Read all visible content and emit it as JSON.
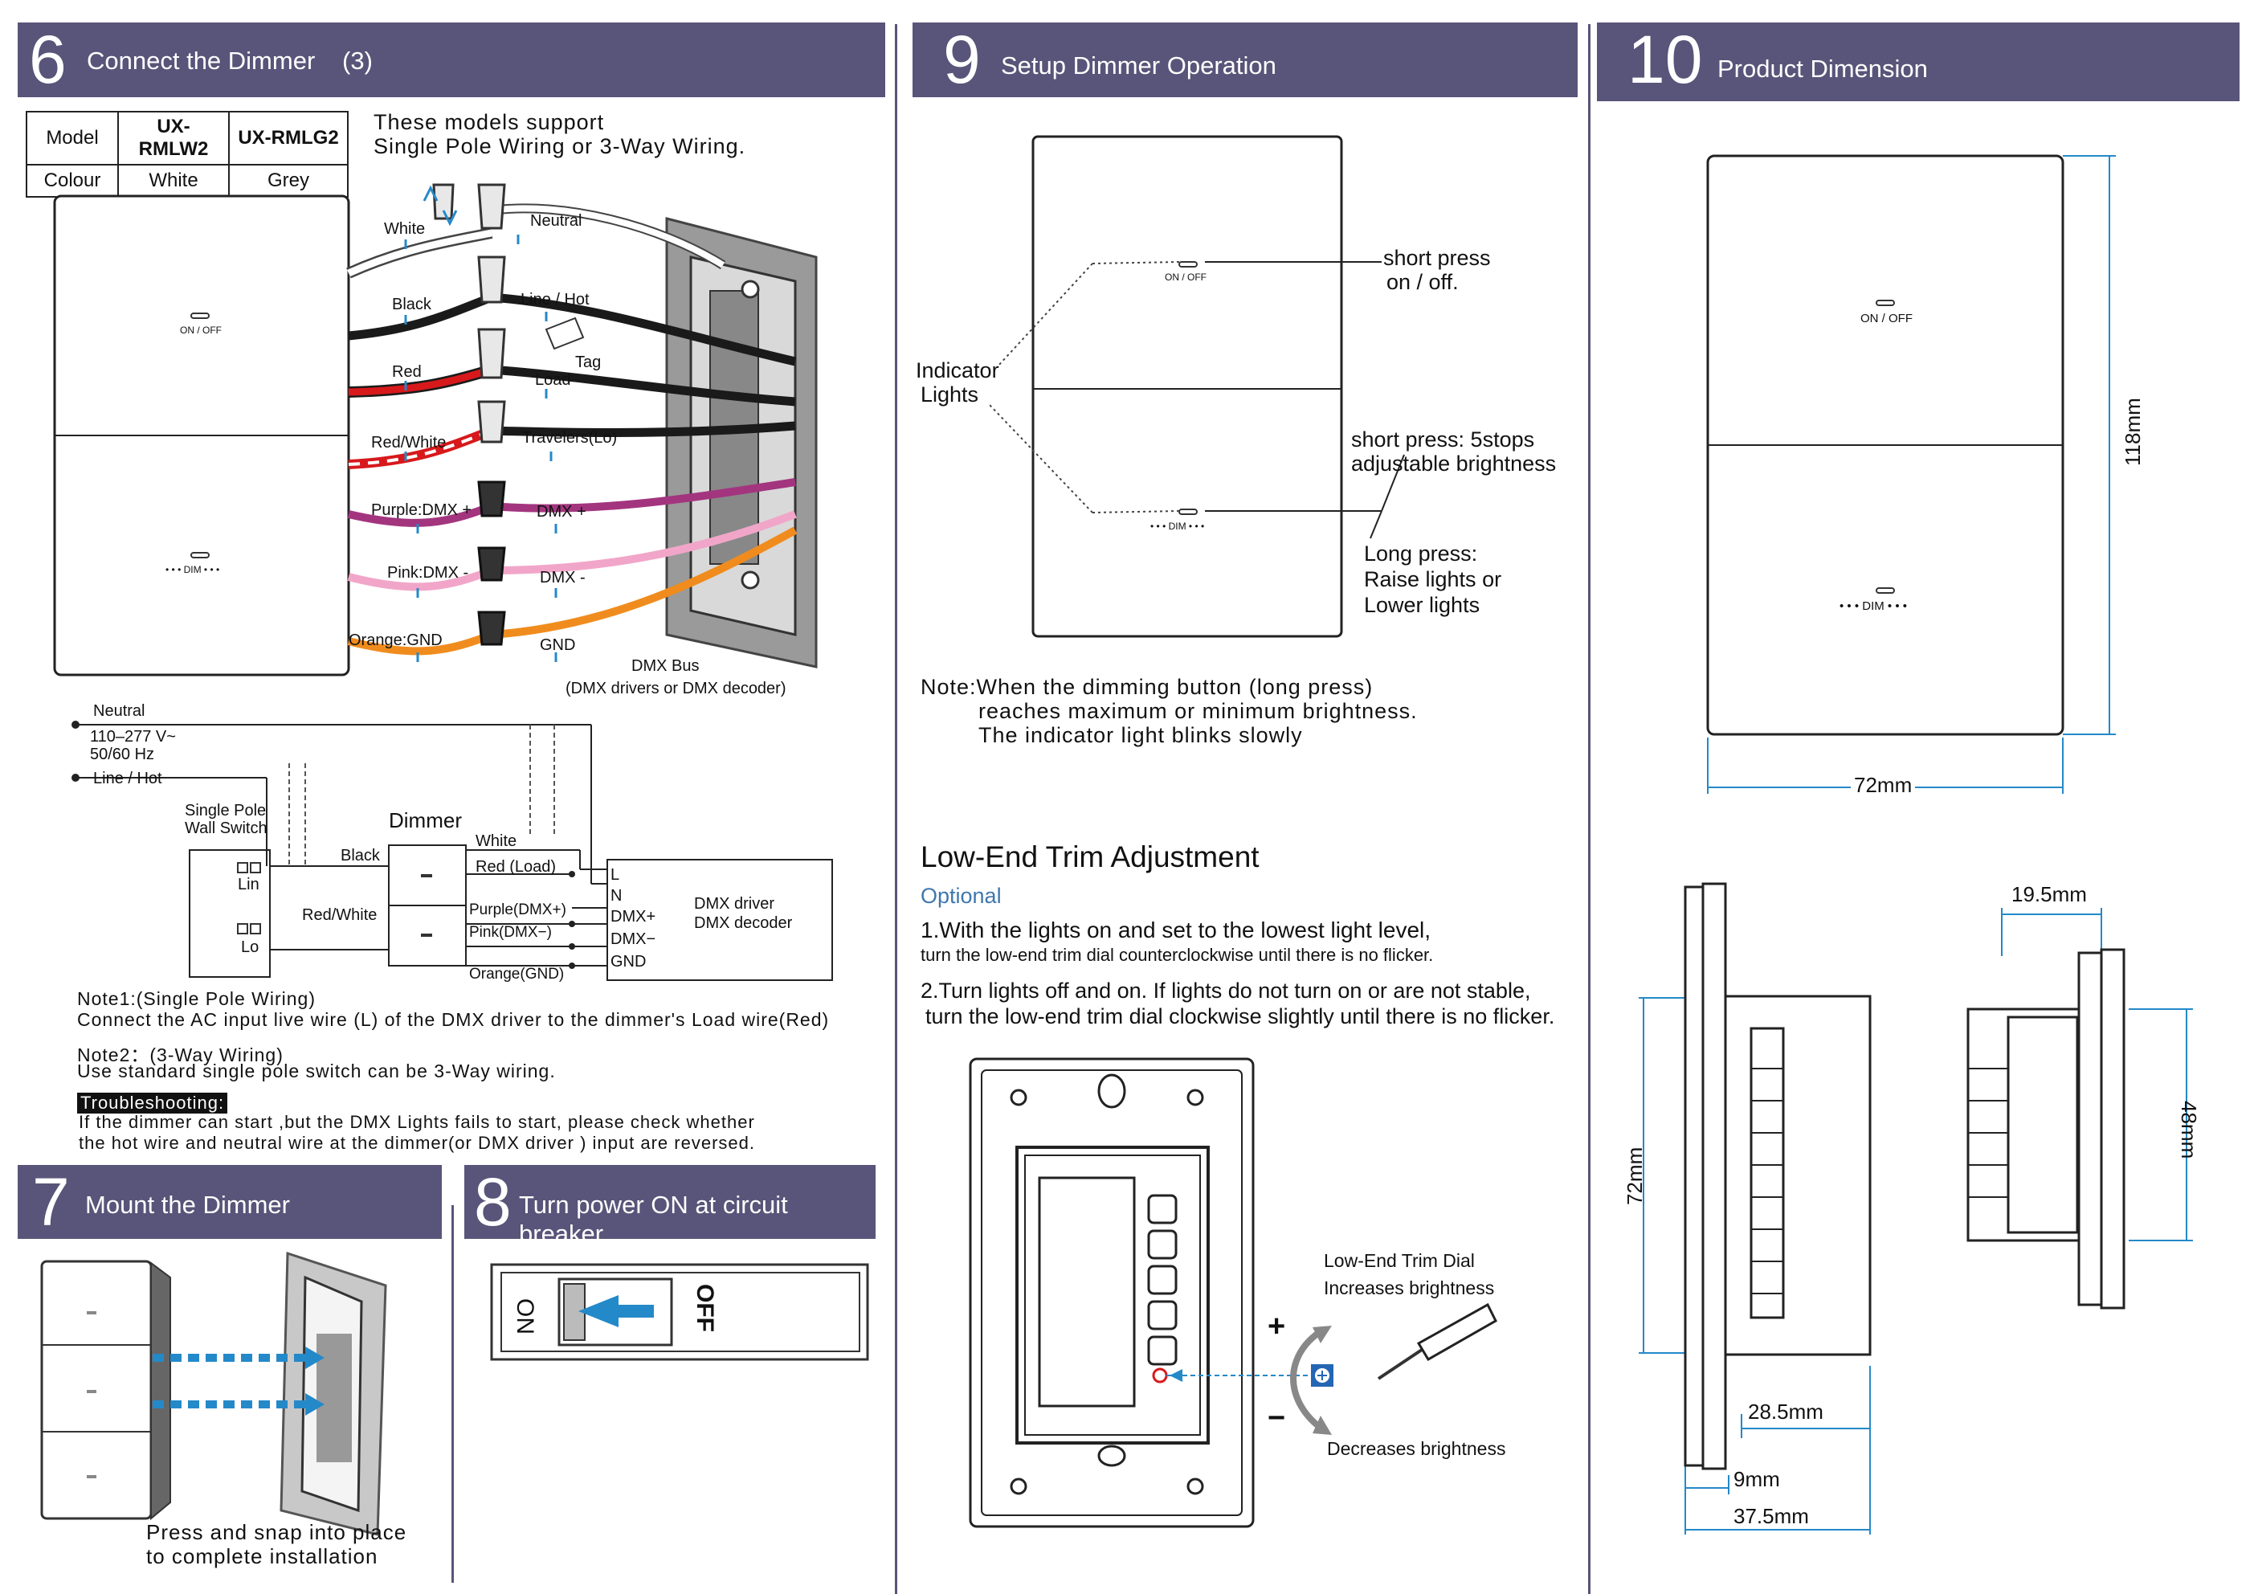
{
  "section6": {
    "num": "6",
    "title": "Connect the Dimmer",
    "sub": "(3)",
    "table": {
      "model_label": "Model",
      "colour_label": "Colour",
      "model_a": "UX-RMLW2",
      "model_b": "UX-RMLG2",
      "colour_a": "White",
      "colour_b": "Grey"
    },
    "support_line1": "These models support",
    "support_line2": "Single Pole Wiring or 3-Way Wiring.",
    "panel_onoff": "ON / OFF",
    "panel_dim": "• • •  DIM  • • •",
    "wires": {
      "white": "White",
      "neutral": "Neutral",
      "black": "Black",
      "line_hot": "Line / Hot",
      "tag": "Tag",
      "red": "Red",
      "load": "Load",
      "red_white": "Red/White",
      "travelers": "Travelers(Lo)",
      "purple": "Purple:DMX +",
      "dmx_plus": "DMX +",
      "pink": "Pink:DMX -",
      "dmx_minus": "DMX -",
      "orange": "Orange:GND",
      "gnd": "GND",
      "bus1": "DMX  Bus",
      "bus2": "(DMX drivers or DMX decoder)"
    },
    "schematic": {
      "neutral": "Neutral",
      "voltage": "110–277 V~",
      "freq": "50/60 Hz",
      "line": "Line / Hot",
      "switch1": "Single Pole",
      "switch2": "Wall Switch",
      "lin": "Lin",
      "lo": "Lo",
      "dimmer": "Dimmer",
      "white": "White",
      "black": "Black",
      "red_load": "Red (Load)",
      "red_white": "Red/White",
      "purple": "Purple(DMX+)",
      "pink": "Pink(DMX−)",
      "orange": "Orange(GND)",
      "L": "L",
      "N": "N",
      "dmxp": "DMX+",
      "dmxm": "DMX−",
      "gnd": "GND",
      "driver1": "DMX driver",
      "driver2": "DMX decoder"
    },
    "note1_title": "Note1:(Single Pole Wiring)",
    "note1_text": "Connect the AC input live wire (L) of the DMX driver to the dimmer's Load wire(Red)",
    "note2_title": "Note2：(3-Way Wiring)",
    "note2_text": "Use standard single pole switch can be 3-Way wiring.",
    "trouble_label": "Troubleshooting:",
    "trouble_line1": "If the dimmer can start ,but the DMX Lights fails to start, please check whether",
    "trouble_line2": "the hot wire and neutral wire at the dimmer(or DMX driver ) input are reversed."
  },
  "section7": {
    "num": "7",
    "title": "Mount the Dimmer",
    "caption1": "Press and snap into place",
    "caption2": "to complete installation"
  },
  "section8": {
    "num": "8",
    "title": "Turn power ON at circuit breaker",
    "on": "ON",
    "off": "OFF"
  },
  "section9": {
    "num": "9",
    "title": "Setup Dimmer Operation",
    "indicator1": "Indicator",
    "indicator2": "Lights",
    "short1": "short press",
    "short2": "on / off.",
    "short_dim1": "short press: 5stops",
    "short_dim2": "adjustable brightness",
    "long1": "Long press:",
    "long2": "Raise lights or",
    "long3": "Lower lights",
    "onoff": "ON / OFF",
    "dim": "• • •  DIM  • • •",
    "note1": "Note:When the dimming button (long press)",
    "note2": "reaches maximum or minimum brightness.",
    "note3": "The indicator light blinks slowly",
    "trim_title": "Low-End Trim Adjustment",
    "optional": "Optional",
    "step1a": "1.With the lights on and set to the lowest light level,",
    "step1b": "turn the low-end trim dial counterclockwise until there is no flicker.",
    "step2a": "2.Turn lights off and on. If lights do not turn on  or are not stable,",
    "step2b": "turn the low-end trim dial  clockwise slightly until there is no flicker.",
    "dial1": "Low-End Trim Dial",
    "dial2": "Increases brightness",
    "dial3": "Decreases brightness",
    "plus": "+",
    "minus": "−"
  },
  "section10": {
    "num": "10",
    "title": "Product Dimension",
    "onoff": "ON / OFF",
    "dim": "• • •  DIM  • • •",
    "h118": "118mm",
    "w72": "72mm",
    "side72": "72mm",
    "d285": "28.5mm",
    "d9": "9mm",
    "d375": "37.5mm",
    "d195": "19.5mm",
    "d48": "48mm"
  }
}
